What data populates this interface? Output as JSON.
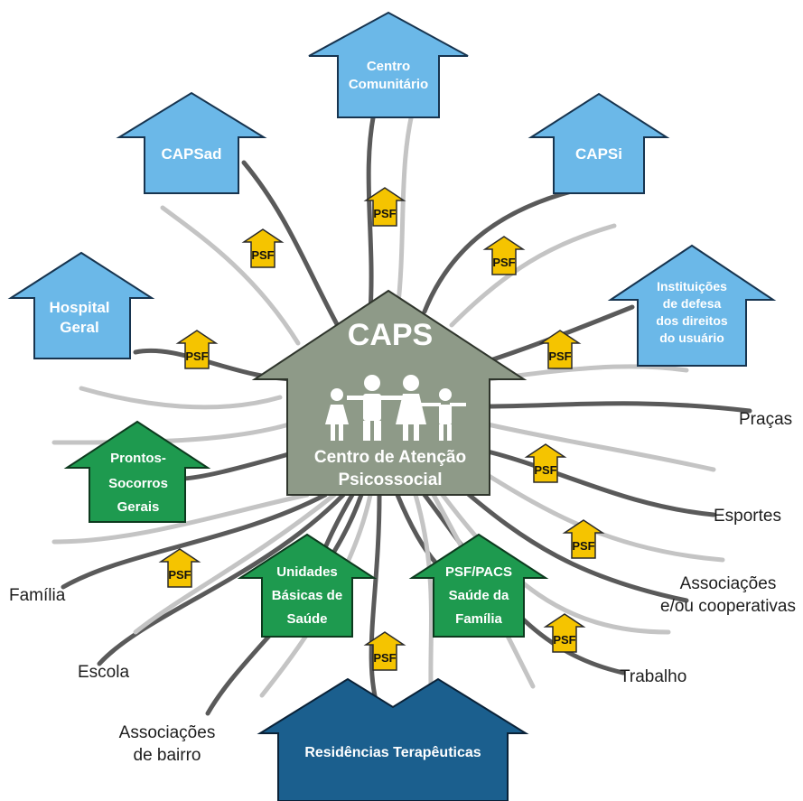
{
  "center": {
    "title": "CAPS",
    "line1": "Centro de Atenção",
    "line2": "Psicossocial",
    "people_icon": "family-icon"
  },
  "houses": {
    "centro_comunitario": [
      "Centro",
      "Comunitário"
    ],
    "capsad": [
      "CAPSad"
    ],
    "capsi": [
      "CAPSi"
    ],
    "hospital_geral": [
      "Hospital",
      "Geral"
    ],
    "instituicoes": [
      "Instituições",
      "de defesa",
      "dos direitos",
      "do usuário"
    ],
    "prontos_socorros": [
      "Prontos-",
      "Socorros",
      "Gerais"
    ],
    "unidades_basicas": [
      "Unidades",
      "Básicas de",
      "Saúde"
    ],
    "psf_pacs": [
      "PSF/PACS",
      "Saúde da",
      "Família"
    ],
    "residencias": [
      "Residências Terapêuticas"
    ]
  },
  "external": {
    "pracas": "Praças",
    "esportes": "Esportes",
    "associacoes_coop": [
      "Associações",
      "e/ou cooperativas"
    ],
    "trabalho": "Trabalho",
    "familia": "Família",
    "escola": "Escola",
    "associacoes_bairro": [
      "Associações",
      "de bairro"
    ]
  },
  "psf_label": "PSF",
  "colors": {
    "blue": "#6bb8e8",
    "green": "#1e9a4f",
    "navy": "#1b5f8e",
    "gray": "#8e9a88",
    "yellow": "#f5c400",
    "line_dark": "#5a5a5a",
    "line_light": "#c4c4c4"
  }
}
